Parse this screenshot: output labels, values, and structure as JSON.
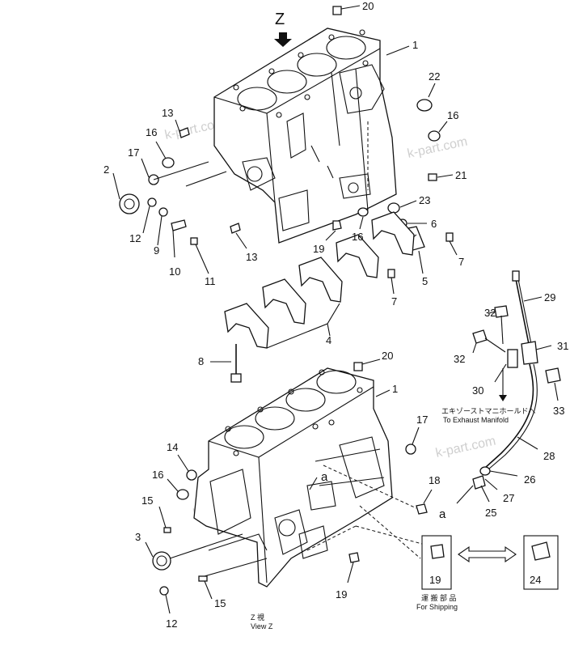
{
  "view_marker": "Z",
  "labels": {
    "n1": "1",
    "n2": "2",
    "n3": "3",
    "n4": "4",
    "n5": "5",
    "n6": "6",
    "n7": "7",
    "n8": "8",
    "n9": "9",
    "n10": "10",
    "n11": "11",
    "n12": "12",
    "n13": "13",
    "n14": "14",
    "n15": "15",
    "n16": "16",
    "n17": "17",
    "n18": "18",
    "n19": "19",
    "n20": "20",
    "n21": "21",
    "n22": "22",
    "n23": "23",
    "n24": "24",
    "n25": "25",
    "n26": "26",
    "n27": "27",
    "n28": "28",
    "n29": "29",
    "n30": "30",
    "n31": "31",
    "n32": "32",
    "n33": "33",
    "a": "a"
  },
  "exhaust_jp": "エキゾーストマニホールドへ",
  "exhaust_en": "To Exhaust Manifold",
  "shipping_jp": "運 搬 部 品",
  "shipping_en": "For Shipping",
  "view_jp": "Z  視",
  "view_en": "View Z",
  "watermark": "k-part.com"
}
